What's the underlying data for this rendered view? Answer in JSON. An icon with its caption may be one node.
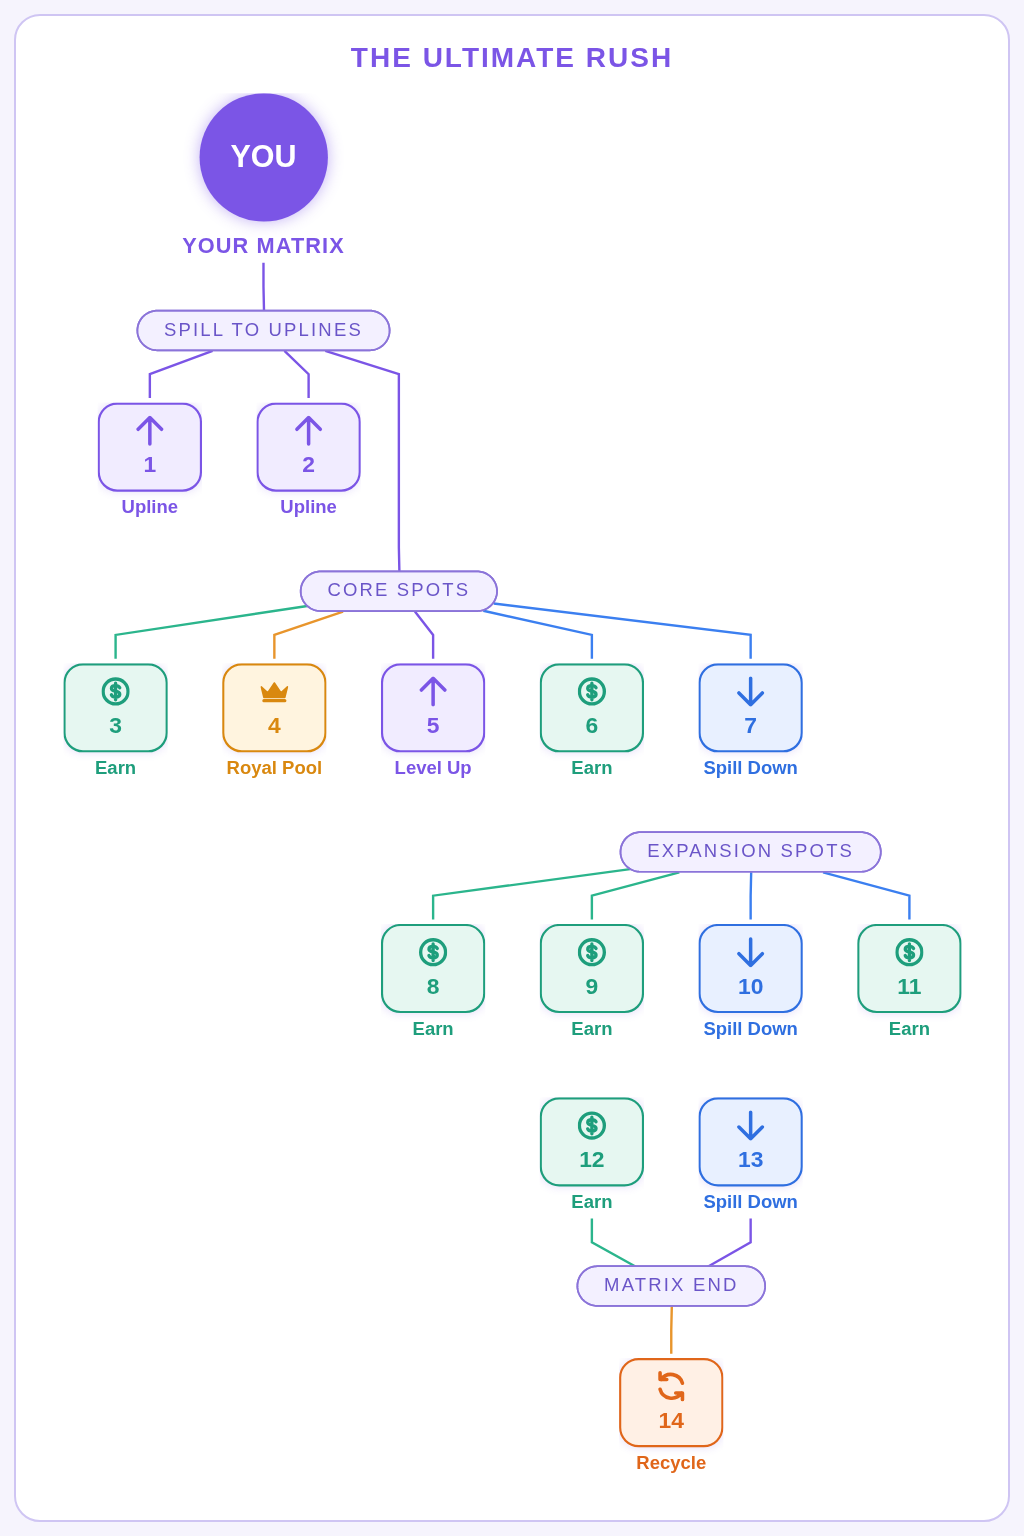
{
  "diagram": {
    "title": "THE ULTIMATE RUSH",
    "nodes": [
      {
        "text": [
          "YOU"
        ],
        "beside": [
          "YOUR MATRIX"
        ]
      },
      {
        "text": [
          "SPILL TO UPLINES"
        ]
      },
      {
        "text": [
          "1"
        ],
        "beside": [
          "Upline"
        ]
      },
      {
        "text": [
          "2"
        ],
        "beside": [
          "Upline"
        ]
      },
      {
        "text": [
          "CORE SPOTS"
        ]
      },
      {
        "text": [
          "3"
        ],
        "beside": [
          "Earn"
        ]
      },
      {
        "text": [
          "4"
        ],
        "beside": [
          "Royal Pool"
        ]
      },
      {
        "text": [
          "5"
        ],
        "beside": [
          "Level Up"
        ]
      },
      {
        "text": [
          "6"
        ],
        "beside": [
          "Earn"
        ]
      },
      {
        "text": [
          "7"
        ],
        "beside": [
          "Spill Down"
        ]
      },
      {
        "text": [
          "EXPANSION SPOTS"
        ]
      },
      {
        "text": [
          "8"
        ],
        "beside": [
          "Earn"
        ]
      },
      {
        "text": [
          "9"
        ],
        "beside": [
          "Earn"
        ]
      },
      {
        "text": [
          "10"
        ],
        "beside": [
          "Spill Down"
        ]
      },
      {
        "text": [
          "11"
        ],
        "beside": [
          "Earn"
        ]
      },
      {
        "text": [
          "12"
        ],
        "beside": [
          "Earn"
        ]
      },
      {
        "text": [
          "13"
        ],
        "beside": [
          "Spill Down"
        ]
      },
      {
        "text": [
          "MATRIX END"
        ]
      },
      {
        "text": [
          "14"
        ],
        "beside": [
          "Recycle"
        ]
      }
    ],
    "edges": [
      {
        "from": 0,
        "to": 1,
        "arrow": "none"
      },
      {
        "from": 1,
        "to": 2,
        "arrow": "none"
      },
      {
        "from": 1,
        "to": 3,
        "arrow": "none"
      },
      {
        "from": 1,
        "to": 4,
        "arrow": "none"
      },
      {
        "from": 4,
        "to": 5,
        "arrow": "none",
        "color": "#2bb58c"
      },
      {
        "from": 4,
        "to": 6,
        "arrow": "none",
        "color": "#e8952c"
      },
      {
        "from": 4,
        "to": 9,
        "arrow": "none",
        "color": "#3b7ff0"
      },
      {
        "from": 4,
        "to": 7,
        "arrow": "none"
      },
      {
        "from": 4,
        "to": 8,
        "arrow": "none",
        "color": "#3b7ff0"
      },
      {
        "from": 10,
        "to": 11,
        "arrow": "none",
        "color": "#2bb58c"
      },
      {
        "from": 10,
        "to": 12,
        "arrow": "none",
        "color": "#2bb58c"
      },
      {
        "from": 10,
        "to": 13,
        "arrow": "none",
        "color": "#3b7ff0"
      },
      {
        "from": 10,
        "to": 14,
        "arrow": "none",
        "color": "#3b7ff0"
      },
      {
        "from": 15,
        "to": 17,
        "arrow": "none",
        "color": "#2bb58c"
      },
      {
        "from": 16,
        "to": 17,
        "arrow": "none"
      },
      {
        "from": 17,
        "to": 18,
        "arrow": "none",
        "color": "#e8952c"
      }
    ]
  }
}
